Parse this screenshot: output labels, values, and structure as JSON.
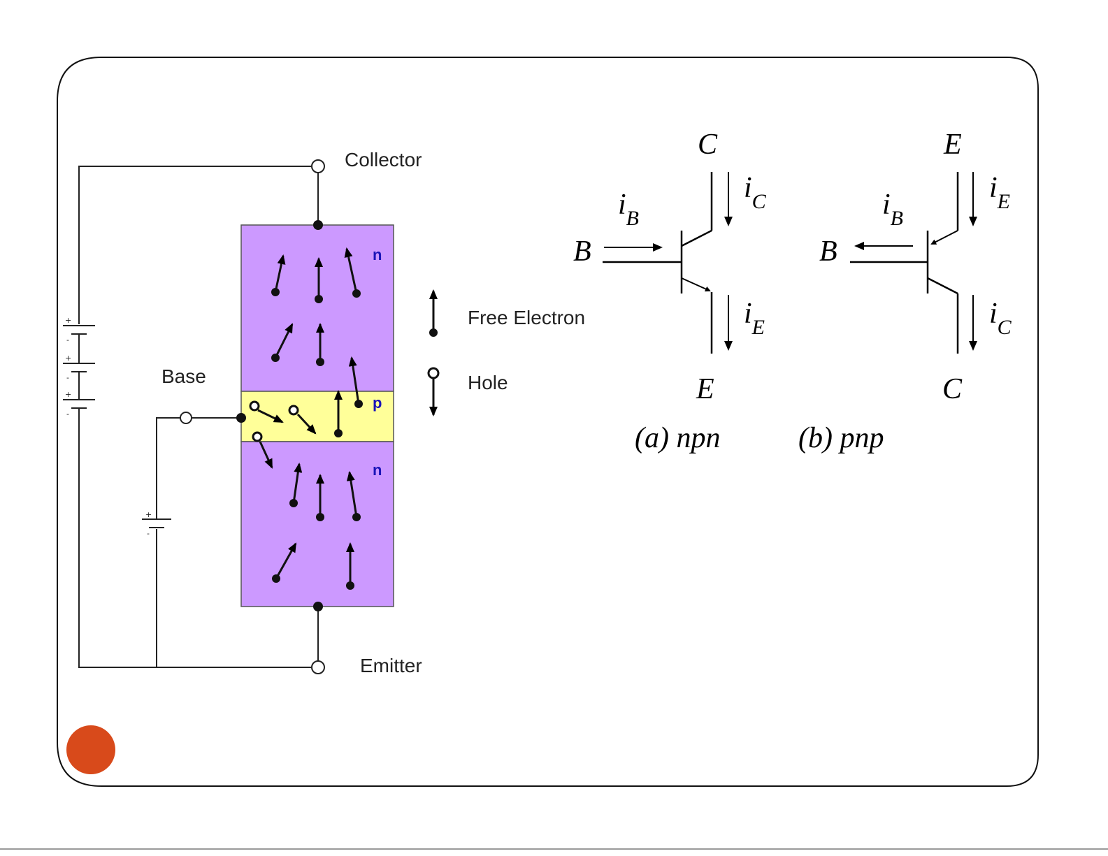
{
  "colors": {
    "frame": "#111111",
    "n_region": "#cc99ff",
    "p_region": "#ffff99",
    "accent_dot": "#d84a1b"
  },
  "doping": {
    "collector_region": "n",
    "base_region": "p",
    "emitter_region": "n"
  },
  "terminals": {
    "collector": "Collector",
    "base": "Base",
    "emitter": "Emitter"
  },
  "legend": {
    "free_electron": "Free Electron",
    "hole": "Hole"
  },
  "npn": {
    "c": "C",
    "b": "B",
    "e": "E",
    "i": "i",
    "ib_sub": "B",
    "ic_sub": "C",
    "ie_sub": "E",
    "caption_pre": "(a) ",
    "caption_name": "npn"
  },
  "pnp": {
    "c": "C",
    "b": "B",
    "e": "E",
    "i": "i",
    "ib_sub": "B",
    "ic_sub": "C",
    "ie_sub": "E",
    "caption_pre": "(b) ",
    "caption_name": "pnp"
  }
}
